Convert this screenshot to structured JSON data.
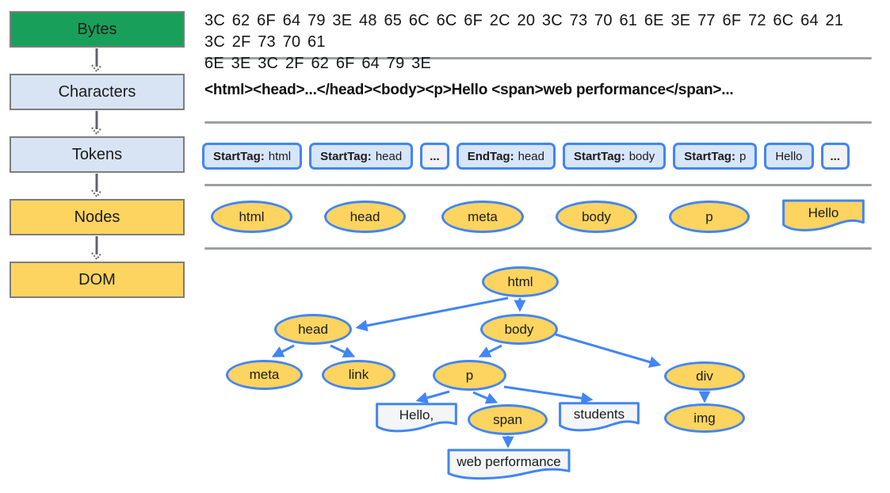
{
  "stages": [
    {
      "label": "Bytes"
    },
    {
      "label": "Characters"
    },
    {
      "label": "Tokens"
    },
    {
      "label": "Nodes"
    },
    {
      "label": "DOM"
    }
  ],
  "bytes": {
    "line1": "3C 62 6F 64 79 3E 48 65 6C 6C 6F 2C 20 3C 73 70 61 6E 3E 77 6F 72 6C 64 21 3C 2F 73 70 61",
    "line2": "6E 3E 3C 2F 62 6F 64 79 3E"
  },
  "characters": {
    "text": "<html><head>...</head><body><p>Hello <span>web performance</span>..."
  },
  "tokens": [
    {
      "name": "StartTag:",
      "value": "html"
    },
    {
      "name": "StartTag:",
      "value": "head"
    },
    {
      "value": "..."
    },
    {
      "name": "EndTag:",
      "value": "head"
    },
    {
      "name": "StartTag:",
      "value": "body"
    },
    {
      "name": "StartTag:",
      "value": "p"
    },
    {
      "value": "Hello"
    },
    {
      "value": "..."
    }
  ],
  "nodes_row": [
    {
      "label": "html",
      "shape": "ellipse"
    },
    {
      "label": "head",
      "shape": "ellipse"
    },
    {
      "label": "meta",
      "shape": "ellipse"
    },
    {
      "label": "body",
      "shape": "ellipse"
    },
    {
      "label": "p",
      "shape": "ellipse"
    },
    {
      "label": "Hello",
      "shape": "document"
    }
  ],
  "dom_tree": {
    "nodes": [
      {
        "id": "html",
        "label": "html",
        "shape": "ellipse"
      },
      {
        "id": "head",
        "label": "head",
        "shape": "ellipse"
      },
      {
        "id": "body",
        "label": "body",
        "shape": "ellipse"
      },
      {
        "id": "meta",
        "label": "meta",
        "shape": "ellipse"
      },
      {
        "id": "link",
        "label": "link",
        "shape": "ellipse"
      },
      {
        "id": "p",
        "label": "p",
        "shape": "ellipse"
      },
      {
        "id": "div",
        "label": "div",
        "shape": "ellipse"
      },
      {
        "id": "img",
        "label": "img",
        "shape": "ellipse"
      },
      {
        "id": "text-hello",
        "label": "Hello,",
        "shape": "document"
      },
      {
        "id": "span",
        "label": "span",
        "shape": "ellipse"
      },
      {
        "id": "text-students",
        "label": "students",
        "shape": "document"
      },
      {
        "id": "text-webperf",
        "label": "web performance",
        "shape": "document"
      }
    ],
    "edges": [
      {
        "from": "html",
        "to": "head"
      },
      {
        "from": "html",
        "to": "body"
      },
      {
        "from": "head",
        "to": "meta"
      },
      {
        "from": "head",
        "to": "link"
      },
      {
        "from": "body",
        "to": "p"
      },
      {
        "from": "body",
        "to": "div"
      },
      {
        "from": "p",
        "to": "text-hello"
      },
      {
        "from": "p",
        "to": "span"
      },
      {
        "from": "p",
        "to": "text-students"
      },
      {
        "from": "span",
        "to": "text-webperf"
      },
      {
        "from": "div",
        "to": "img"
      }
    ]
  },
  "colors": {
    "stage_green": "#18a05a",
    "stage_light_blue": "#d8e4f3",
    "stage_yellow": "#fcd45f",
    "shape_blue_border": "#4285f4",
    "token_fill": "#d6e5fa",
    "neutral_fill": "#f1f3f4",
    "separator_gray": "#9ca0a5",
    "pipeline_arrow_gray": "#5f6368"
  }
}
